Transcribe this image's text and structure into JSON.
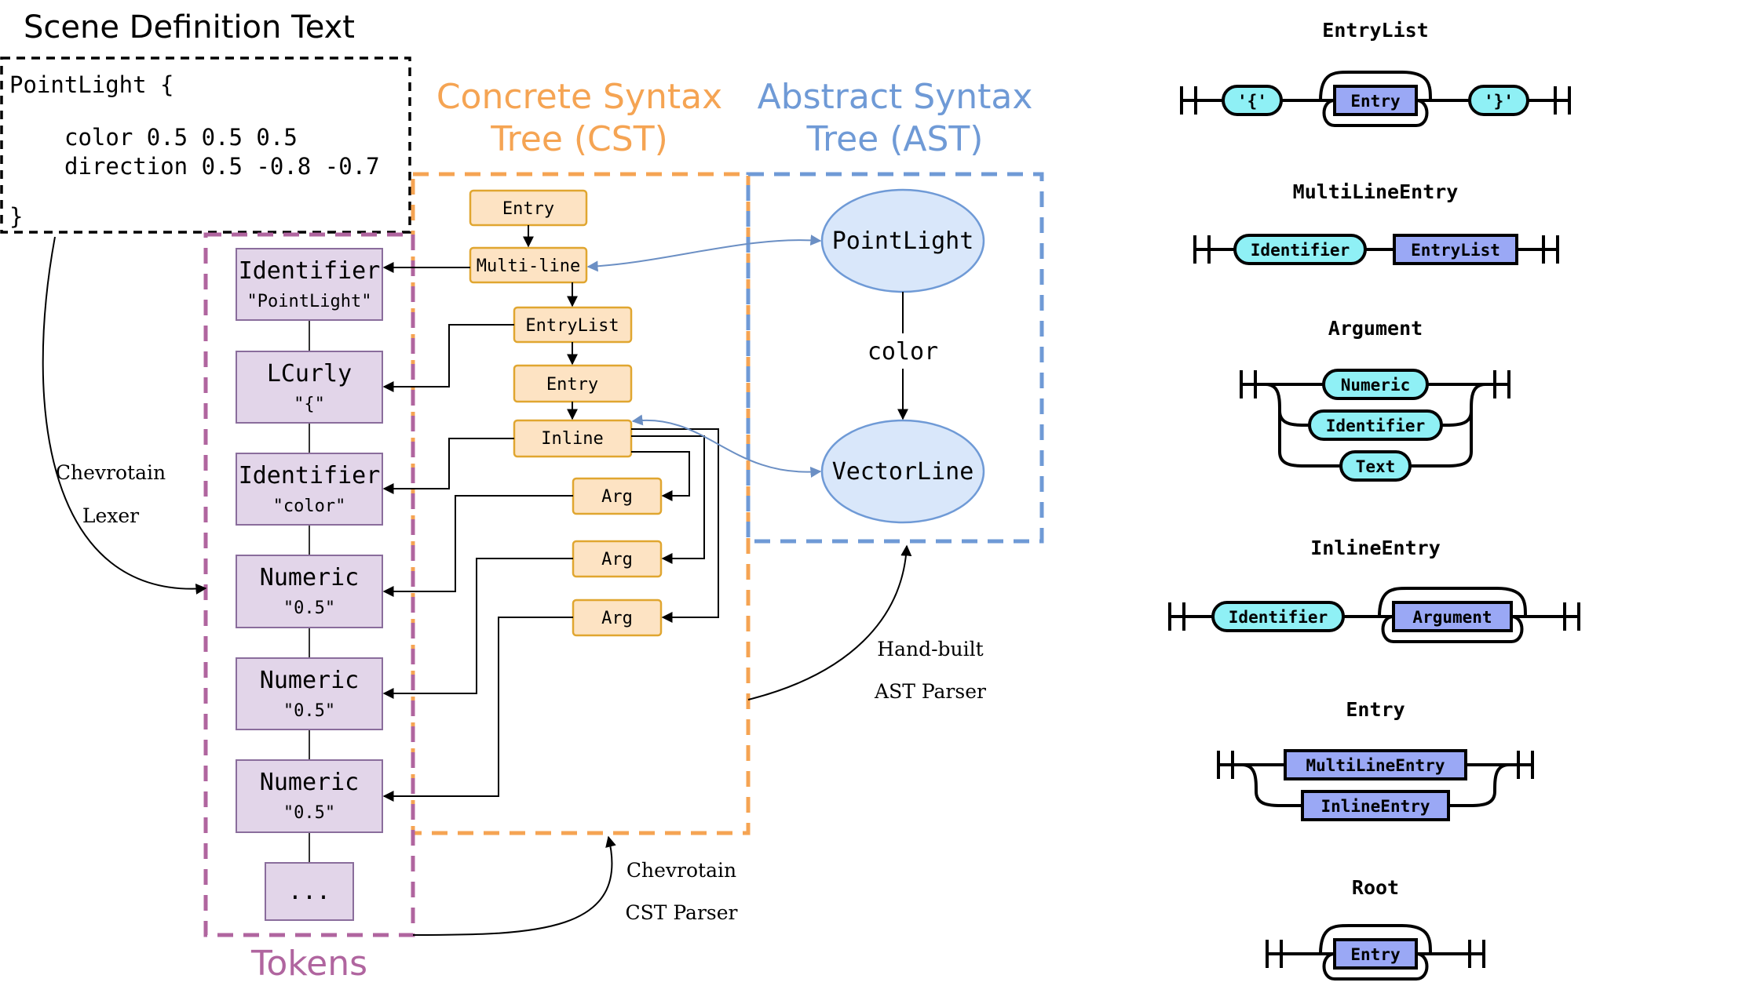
{
  "titles": {
    "scene": "Scene Definition Text",
    "cst": [
      "Concrete Syntax",
      "Tree (CST)"
    ],
    "ast": [
      "Abstract Syntax",
      "Tree (AST)"
    ],
    "tokens": "Tokens"
  },
  "scene_text": {
    "line1": "PointLight {",
    "line2": "color 0.5 0.5 0.5",
    "line3": "direction 0.5 -0.8 -0.7",
    "line4": "}"
  },
  "tokens": [
    {
      "type": "Identifier",
      "value": "\"PointLight\""
    },
    {
      "type": "LCurly",
      "value": "\"{\""
    },
    {
      "type": "Identifier",
      "value": "\"color\""
    },
    {
      "type": "Numeric",
      "value": "\"0.5\""
    },
    {
      "type": "Numeric",
      "value": "\"0.5\""
    },
    {
      "type": "Numeric",
      "value": "\"0.5\""
    }
  ],
  "token_ellipsis": "...",
  "cst_nodes": {
    "entry_top": "Entry",
    "multiline": "Multi-line",
    "entrylist": "EntryList",
    "entry_inner": "Entry",
    "inline": "Inline",
    "arg1": "Arg",
    "arg2": "Arg",
    "arg3": "Arg"
  },
  "ast_nodes": {
    "pointlight": "PointLight",
    "edge": "color",
    "vectorline": "VectorLine"
  },
  "process_labels": {
    "lexer": [
      "Chevrotain",
      "Lexer"
    ],
    "cst_parser": [
      "Chevrotain",
      "CST Parser"
    ],
    "ast_parser": [
      "Hand-built",
      "AST Parser"
    ]
  },
  "grammar": {
    "entrylist": {
      "title": "EntryList",
      "lbrace": "'{'",
      "entry": "Entry",
      "rbrace": "'}'"
    },
    "multiline": {
      "title": "MultiLineEntry",
      "identifier": "Identifier",
      "entrylist": "EntryList"
    },
    "argument": {
      "title": "Argument",
      "numeric": "Numeric",
      "identifier": "Identifier",
      "text": "Text"
    },
    "inline": {
      "title": "InlineEntry",
      "identifier": "Identifier",
      "argument": "Argument"
    },
    "entry": {
      "title": "Entry",
      "multiline": "MultiLineEntry",
      "inline": "InlineEntry"
    },
    "root": {
      "title": "Root",
      "entry": "Entry"
    }
  },
  "colors": {
    "scene_border": "#000000",
    "cst": "#f5a453",
    "cst_fill": "#fde3c3",
    "cst_stroke": "#e0a630",
    "ast": "#6f9ad6",
    "ast_fill": "#d9e7fa",
    "ast_arrow": "#6b8fc4",
    "tokens": "#b0659f",
    "token_fill": "#e2d5e9",
    "terminal_fill": "#8ff0f5",
    "nonterminal_fill": "#9aa8f5"
  }
}
